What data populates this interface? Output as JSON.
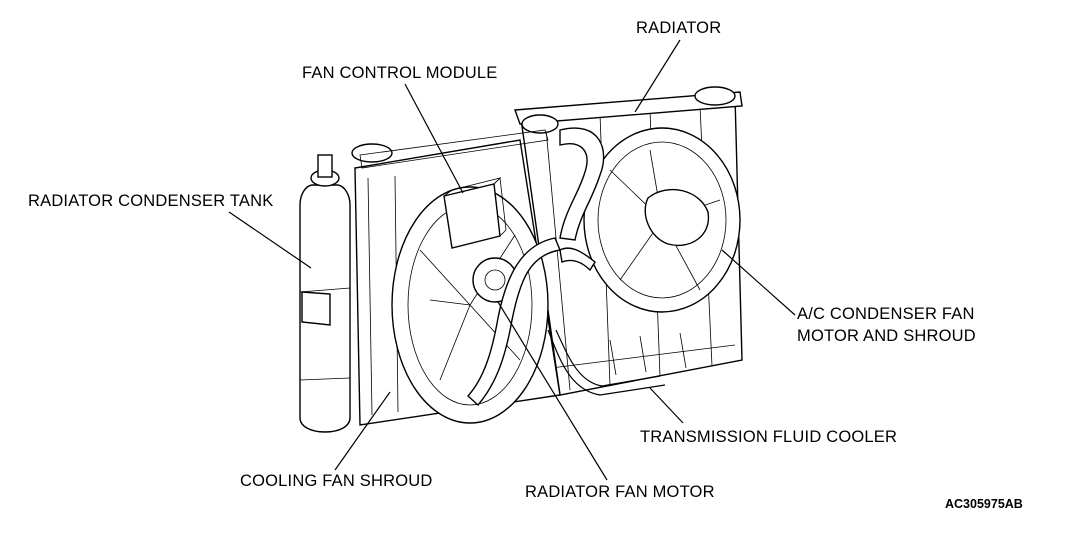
{
  "labels": {
    "radiator": "RADIATOR",
    "fan_control_module": "FAN CONTROL MODULE",
    "radiator_condenser_tank": "RADIATOR CONDENSER TANK",
    "ac_condenser_fan_line1": "A/C CONDENSER FAN",
    "ac_condenser_fan_line2": "MOTOR AND SHROUD",
    "transmission_fluid_cooler": "TRANSMISSION FLUID COOLER",
    "cooling_fan_shroud": "COOLING FAN SHROUD",
    "radiator_fan_motor": "RADIATOR FAN MOTOR"
  },
  "figure_code": "AC305975AB"
}
